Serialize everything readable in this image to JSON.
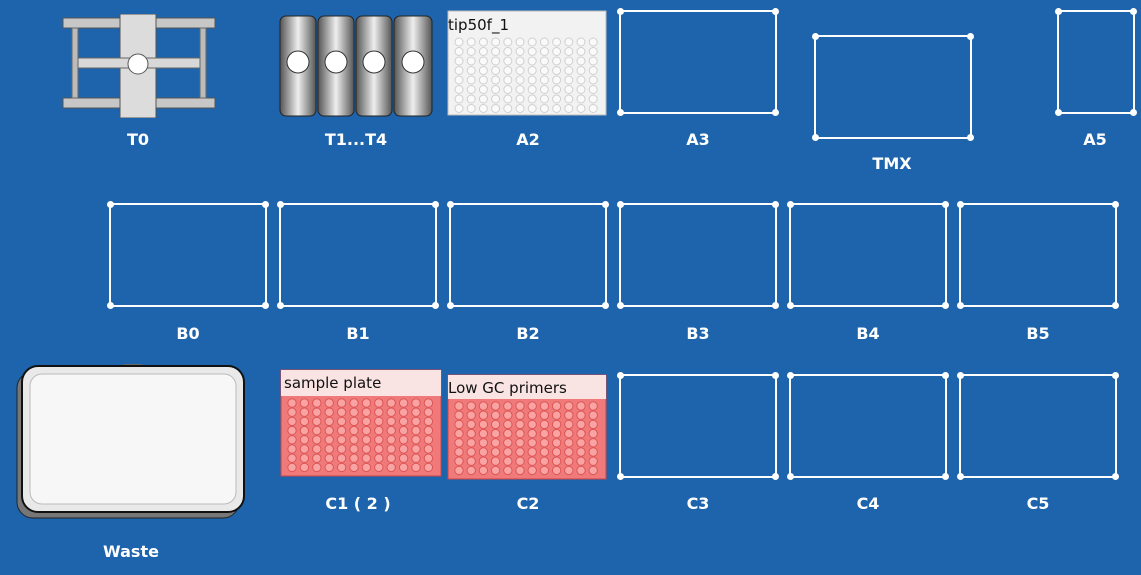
{
  "deck": {
    "row_a": {
      "t0": "T0",
      "t1t4": "T1...T4",
      "a2": "A2",
      "a3": "A3",
      "tmx": "TMX",
      "a5": "A5"
    },
    "row_b": [
      "B0",
      "B1",
      "B2",
      "B3",
      "B4",
      "B5"
    ],
    "row_c": {
      "c1": "C1 ( 2 )",
      "c2": "C2",
      "c3": "C3",
      "c4": "C4",
      "c5": "C5",
      "waste": "Waste"
    },
    "labware": {
      "a2_name": "tip50f_1",
      "c1_name": "sample plate",
      "c2_name": "Low GC primers"
    }
  },
  "colors": {
    "background": "#1d64ad",
    "slot_line": "#ffffff",
    "tip_rack": "#eeeeee",
    "sample_plate": "#f26c6c"
  }
}
